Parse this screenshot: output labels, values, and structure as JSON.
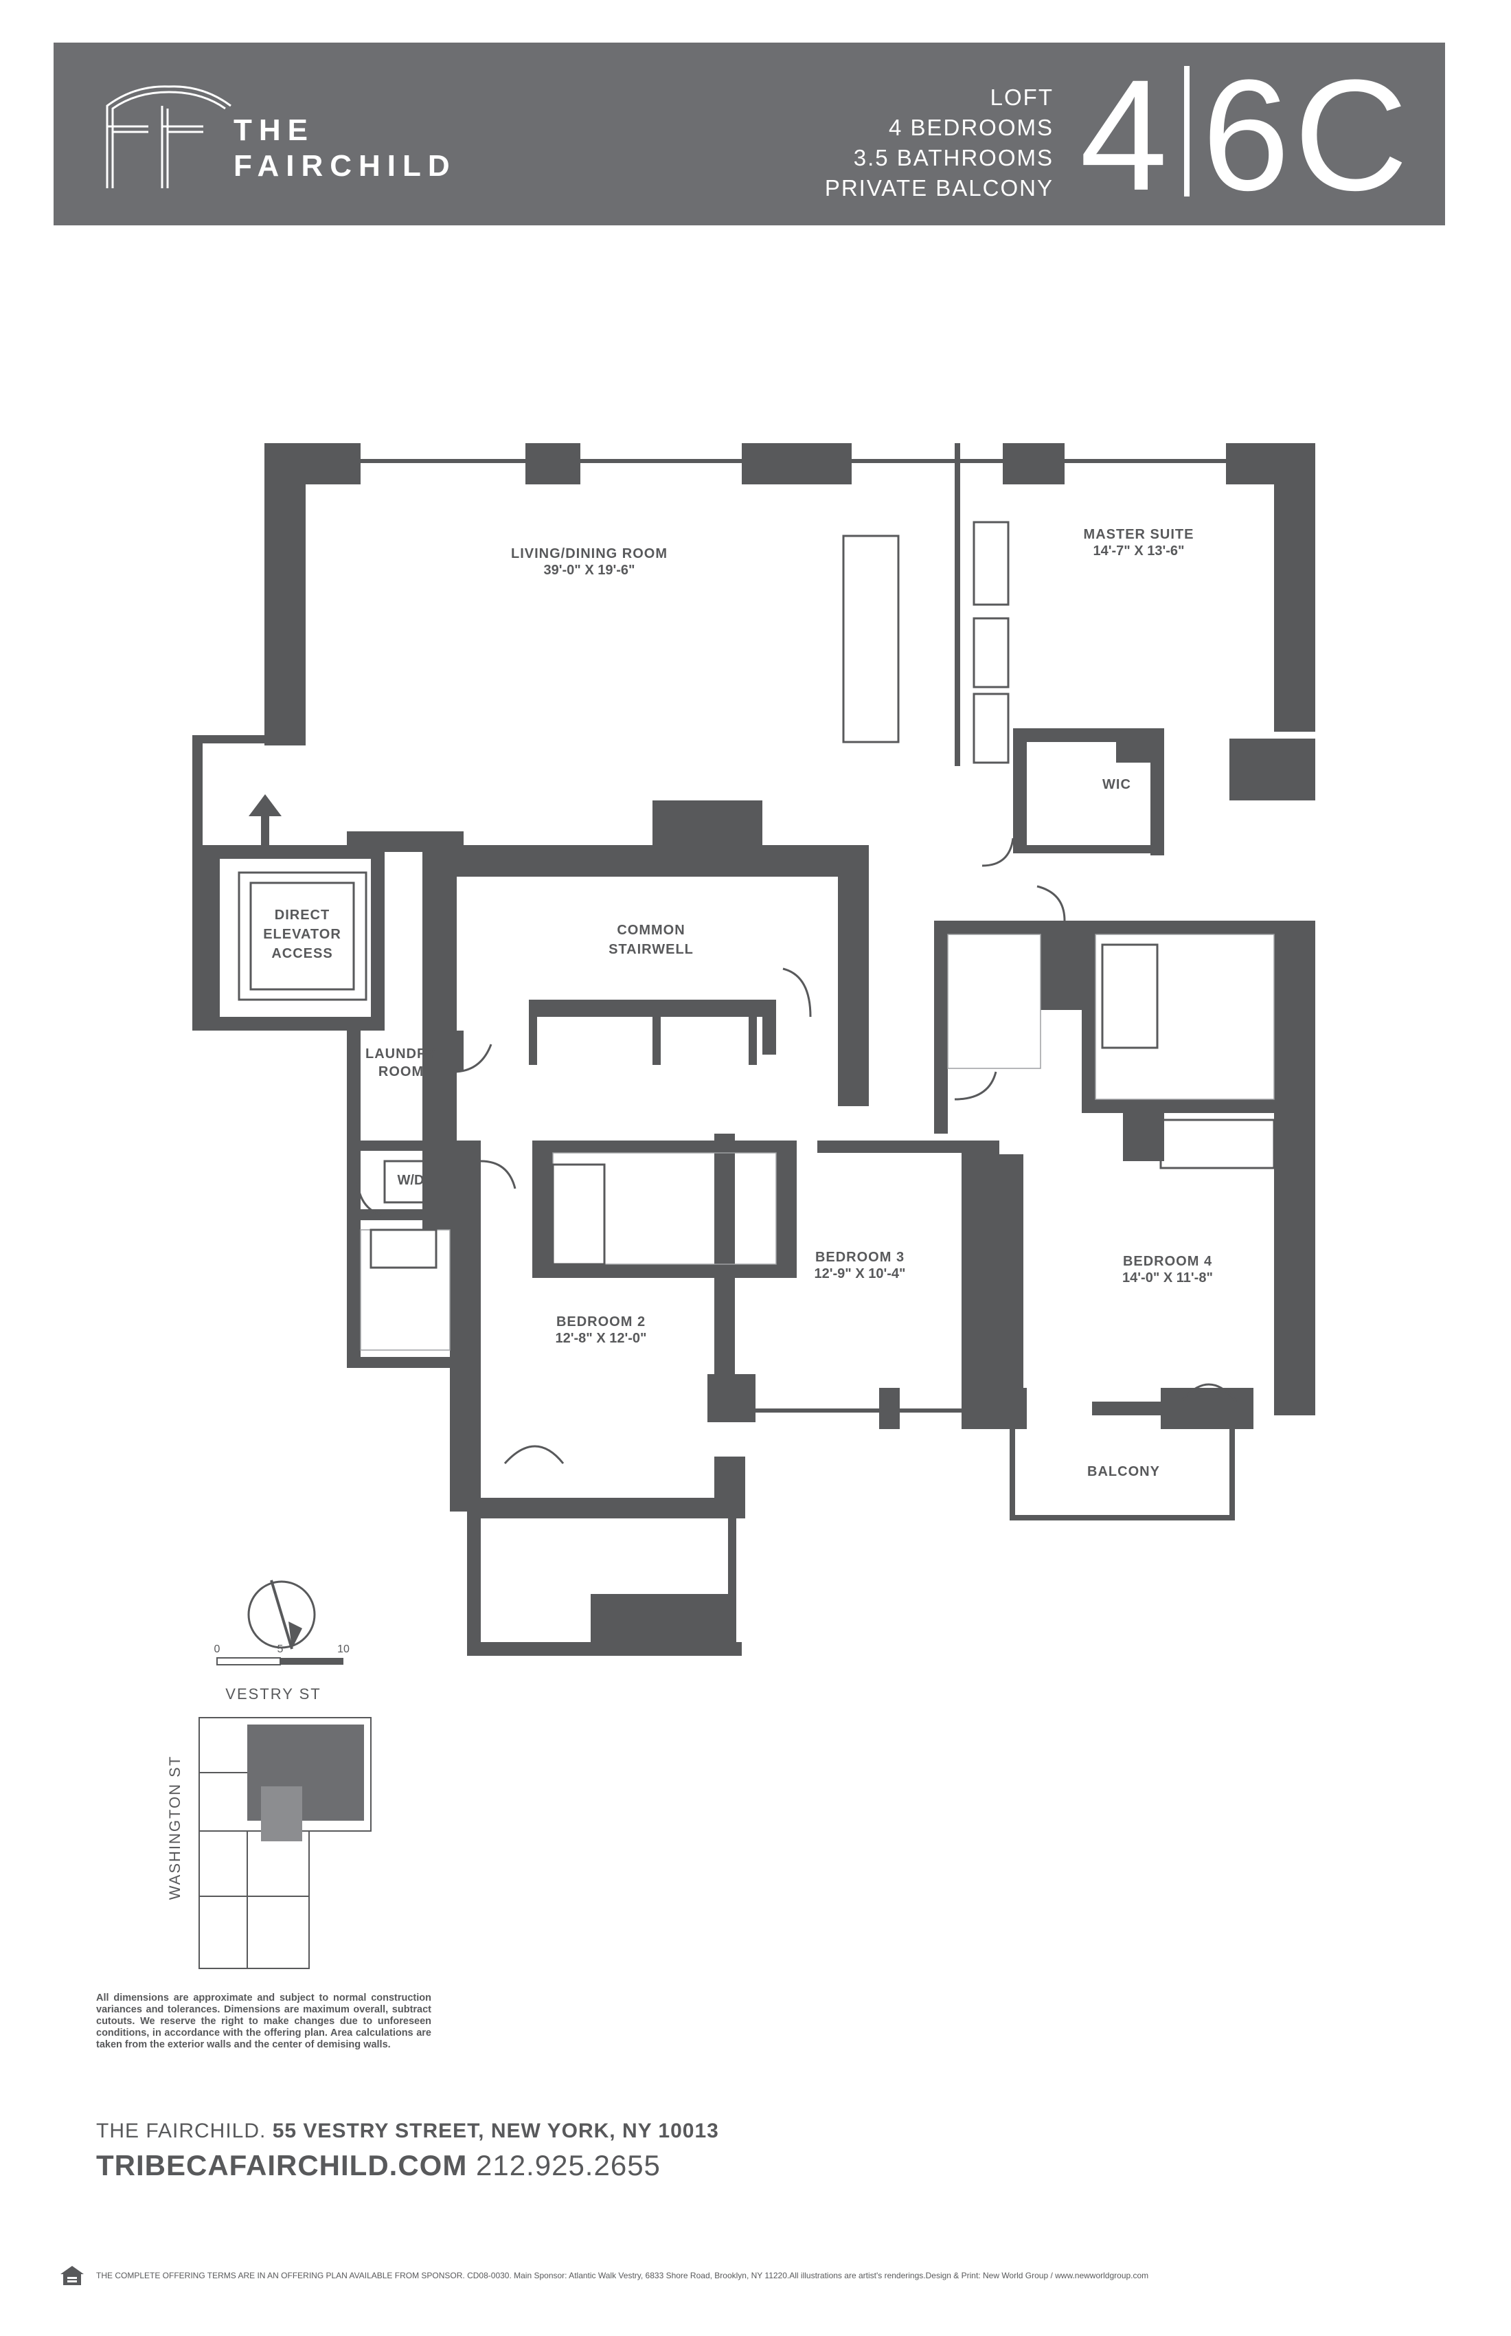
{
  "header": {
    "brand_line1": "THE",
    "brand_line2": "FAIRCHILD",
    "specs": [
      "LOFT",
      "4 BEDROOMS",
      "3.5 BATHROOMS",
      "PRIVATE BALCONY"
    ],
    "unit_floor": "4",
    "unit_number": "6C"
  },
  "rooms": {
    "living_name": "LIVING/DINING ROOM",
    "living_dim": "39'-0\" X 19'-6\"",
    "master_name": "MASTER SUITE",
    "master_dim": "14'-7\" X 13'-6\"",
    "wic": "WIC",
    "elevator_1": "DIRECT",
    "elevator_2": "ELEVATOR",
    "elevator_3": "ACCESS",
    "stair_1": "COMMON",
    "stair_2": "STAIRWELL",
    "laundry_1": "LAUNDRY",
    "laundry_2": "ROOM",
    "wd": "W/D",
    "bed2_name": "BEDROOM 2",
    "bed2_dim": "12'-8\" X 12'-0\"",
    "bed3_name": "BEDROOM 3",
    "bed3_dim": "12'-9\" X 10'-4\"",
    "bed4_name": "BEDROOM 4",
    "bed4_dim": "14'-0\" X 11'-8\"",
    "balcony": "BALCONY"
  },
  "scale": {
    "zero": "0",
    "five": "5",
    "ten": "10"
  },
  "keyplan": {
    "street_top": "VESTRY ST",
    "street_side": "WASHINGTON ST"
  },
  "disclaimer": "All dimensions are approximate and subject to normal construction variances and tolerances. Dimensions are maximum overall, subtract cutouts. We reserve the right to make changes due to unforeseen conditions, in accordance with the offering plan. Area calculations are taken from the exterior walls and the center of demising walls.",
  "address": {
    "name": "THE FAIRCHILD.",
    "street": "55 VESTRY STREET, NEW YORK, NY 10013"
  },
  "website": {
    "url": "TRIBECAFAIRCHILD.COM",
    "phone": "212.925.2655"
  },
  "footer_note": "THE COMPLETE OFFERING TERMS ARE IN AN OFFERING PLAN AVAILABLE FROM SPONSOR. CD08-0030. Main Sponsor: Atlantic Walk Vestry, 6833 Shore Road, Brooklyn, NY 11220.All illustrations are artist's renderings.Design & Print: New World Group / www.newworldgroup.com",
  "colors": {
    "header_bg": "#6d6e71",
    "wall": "#58595b",
    "text": "#58595b"
  }
}
